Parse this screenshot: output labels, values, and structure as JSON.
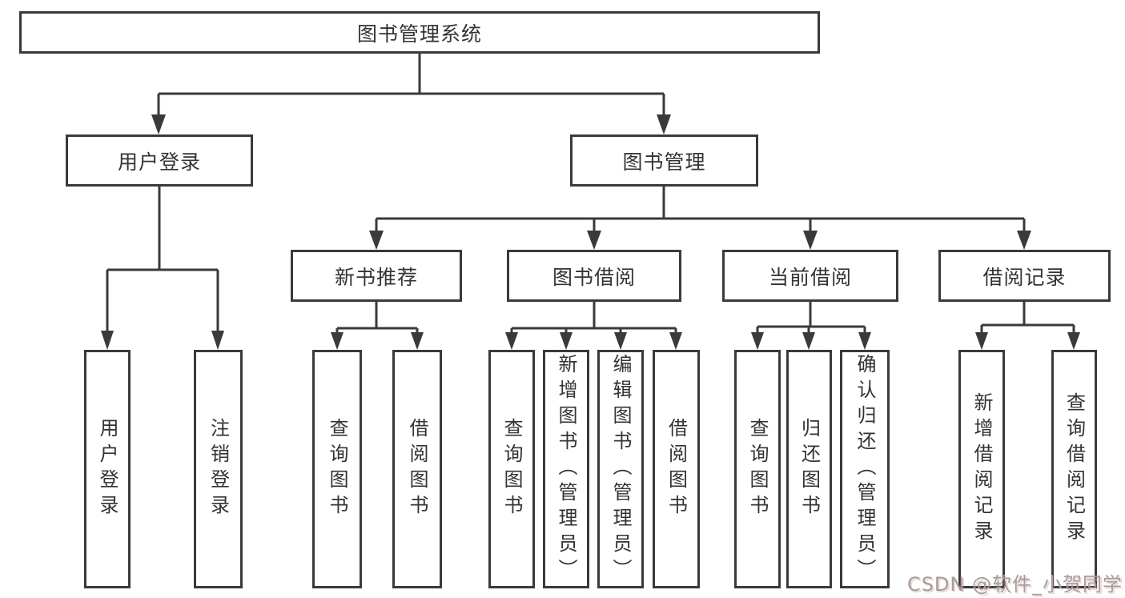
{
  "diagram": {
    "root": {
      "label": "图书管理系统"
    },
    "branches": [
      {
        "label": "用户登录",
        "children": [
          {
            "label": "用户登录"
          },
          {
            "label": "注销登录"
          }
        ]
      },
      {
        "label": "图书管理",
        "children": [
          {
            "label": "新书推荐",
            "children": [
              {
                "label": "查询图书"
              },
              {
                "label": "借阅图书"
              }
            ]
          },
          {
            "label": "图书借阅",
            "children": [
              {
                "label": "查询图书"
              },
              {
                "label": "新增图书（管理员）"
              },
              {
                "label": "编辑图书（管理员）"
              },
              {
                "label": "借阅图书"
              }
            ]
          },
          {
            "label": "当前借阅",
            "children": [
              {
                "label": "查询图书"
              },
              {
                "label": "归还图书"
              },
              {
                "label": "确认归还（管理员）"
              }
            ]
          },
          {
            "label": "借阅记录",
            "children": [
              {
                "label": "新增借阅记录"
              },
              {
                "label": "查询借阅记录"
              }
            ]
          }
        ]
      }
    ]
  },
  "watermark": {
    "text": "CSDN @软件_小贺同学"
  },
  "colors": {
    "line": "#3a3a3a",
    "text": "#333333",
    "background": "#ffffff",
    "watermark": "#9e9e9e",
    "watermark_accent": "#e78181"
  }
}
